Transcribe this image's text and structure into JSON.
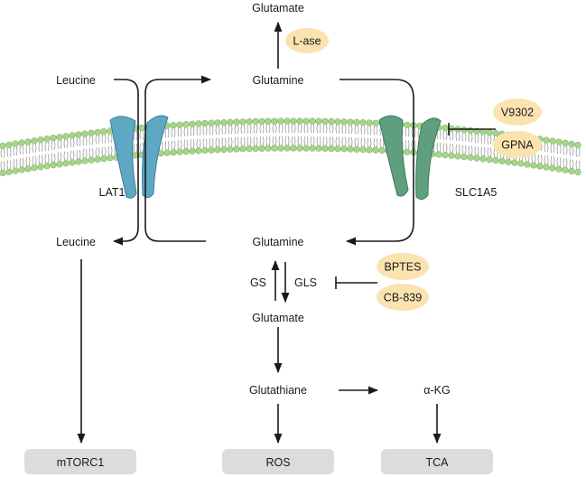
{
  "metabolites": {
    "glutamate_top": "Glutamate",
    "leucine_out": "Leucine",
    "glutamine_out": "Glutamine",
    "leucine_in": "Leucine",
    "glutamine_in": "Glutamine",
    "glutamate_mid": "Glutamate",
    "glutathione": "Glutathiane",
    "akg": "α-KG"
  },
  "enzymes": {
    "lase": "L-ase",
    "gs": "GS",
    "gls": "GLS"
  },
  "transporters": {
    "lat1": "LAT1",
    "slc1a5": "SLC1A5"
  },
  "inhibitors": {
    "v9302": "V9302",
    "gpna": "GPNA",
    "bptes": "BPTES",
    "cb839": "CB-839"
  },
  "outputs": {
    "mtorc1": "mTORC1",
    "ros": "ROS",
    "tca": "TCA"
  },
  "colors": {
    "lat1": "#5ea8c4",
    "slc1a5": "#5f9e7f",
    "membrane_head": "#a8d58c",
    "inhibitor_pill": "#fbe3b0",
    "output_box": "#dcdcdc",
    "line": "#1a1a1a"
  }
}
